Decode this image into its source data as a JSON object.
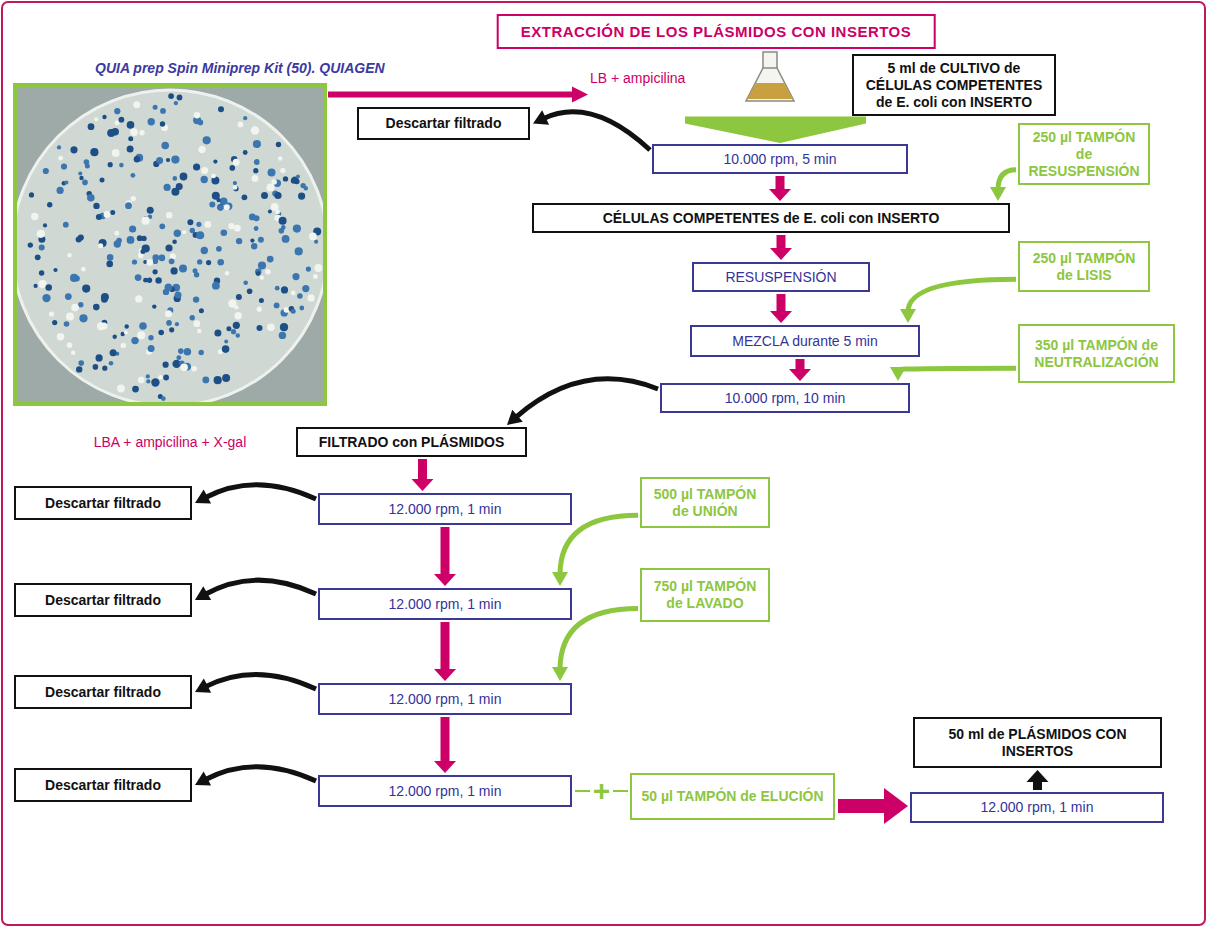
{
  "diagram": {
    "title": "EXTRACCIÓN DE LOS PLÁSMIDOS CON INSERTOS",
    "nodes": [
      {
        "text": [
          "LBA + ampicilina + X-gal"
        ]
      },
      {
        "text": [
          "LB + ampicilina"
        ]
      },
      {
        "text": [
          "5 ml de CULTIVO de CÉLULAS COMPETENTES de E. coli con INSERTO"
        ]
      },
      {
        "text": [
          "Descartar filtrado"
        ]
      },
      {
        "text": [
          "10.000 rpm, 5 min"
        ]
      },
      {
        "text": [
          "250 µl TAMPÓN de RESUSPENSIÓN"
        ]
      },
      {
        "text": [
          "CÉLULAS COMPETENTES de E. coli con INSERTO"
        ]
      },
      {
        "text": [
          "RESUSPENSIÓN"
        ]
      },
      {
        "text": [
          "250 µl TAMPÓN de LISIS"
        ]
      },
      {
        "text": [
          "MEZCLA durante 5 min"
        ]
      },
      {
        "text": [
          "350 µl TAMPÓN de NEUTRALIZACIÓN"
        ]
      },
      {
        "text": [
          "10.000 rpm, 10 min"
        ]
      },
      {
        "text": [
          "FILTRADO con PLÁSMIDOS"
        ]
      },
      {
        "text": [
          "Descartar filtrado"
        ]
      },
      {
        "text": [
          "12.000 rpm, 1 min"
        ]
      },
      {
        "text": [
          "500 µl TAMPÓN de UNIÓN"
        ]
      },
      {
        "text": [
          "Descartar filtrado"
        ]
      },
      {
        "text": [
          "12.000 rpm, 1 min"
        ]
      },
      {
        "text": [
          "750 µl TAMPÓN de LAVADO"
        ]
      },
      {
        "text": [
          "Descartar filtrado"
        ]
      },
      {
        "text": [
          "12.000 rpm, 1 min"
        ]
      },
      {
        "text": [
          "Descartar filtrado"
        ]
      },
      {
        "text": [
          "12.000 rpm, 1 min"
        ]
      },
      {
        "text": [
          "50 µl TAMPÓN de ELUCIÓN"
        ]
      },
      {
        "text": [
          "50 ml de PLÁSMIDOS CON INSERTOS"
        ]
      },
      {
        "text": [
          "12.000 rpm, 1 min"
        ]
      }
    ],
    "edges": [
      {
        "from": 0,
        "to": 1,
        "arrow": "to"
      },
      {
        "from": 2,
        "to": 4,
        "arrow": "to"
      },
      {
        "from": 4,
        "to": 3,
        "arrow": "to"
      },
      {
        "from": 5,
        "to": 6,
        "arrow": "to"
      },
      {
        "from": 4,
        "to": 6,
        "arrow": "to"
      },
      {
        "from": 6,
        "to": 7,
        "arrow": "to"
      },
      {
        "from": 8,
        "to": 9,
        "arrow": "to"
      },
      {
        "from": 7,
        "to": 9,
        "arrow": "to"
      },
      {
        "from": 10,
        "to": 11,
        "arrow": "to"
      },
      {
        "from": 9,
        "to": 11,
        "arrow": "to"
      },
      {
        "from": 11,
        "to": 12,
        "arrow": "to"
      },
      {
        "from": 12,
        "to": 14,
        "arrow": "to"
      },
      {
        "from": 14,
        "to": 13,
        "arrow": "to"
      },
      {
        "from": 15,
        "to": 17,
        "arrow": "to"
      },
      {
        "from": 14,
        "to": 17,
        "arrow": "to"
      },
      {
        "from": 17,
        "to": 16,
        "arrow": "to"
      },
      {
        "from": 18,
        "to": 20,
        "arrow": "to"
      },
      {
        "from": 17,
        "to": 20,
        "arrow": "to"
      },
      {
        "from": 20,
        "to": 19,
        "arrow": "to"
      },
      {
        "from": 20,
        "to": 22,
        "arrow": "to"
      },
      {
        "from": 22,
        "to": 21,
        "arrow": "to"
      },
      {
        "from": 22,
        "to": 23,
        "label": "+",
        "arrow": "none"
      },
      {
        "from": 23,
        "to": 25,
        "arrow": "to"
      },
      {
        "from": 25,
        "to": 24,
        "arrow": "to"
      }
    ],
    "labels": [
      "QUIA prep Spin Miniprep Kit (50). QUIAGEN"
    ]
  }
}
